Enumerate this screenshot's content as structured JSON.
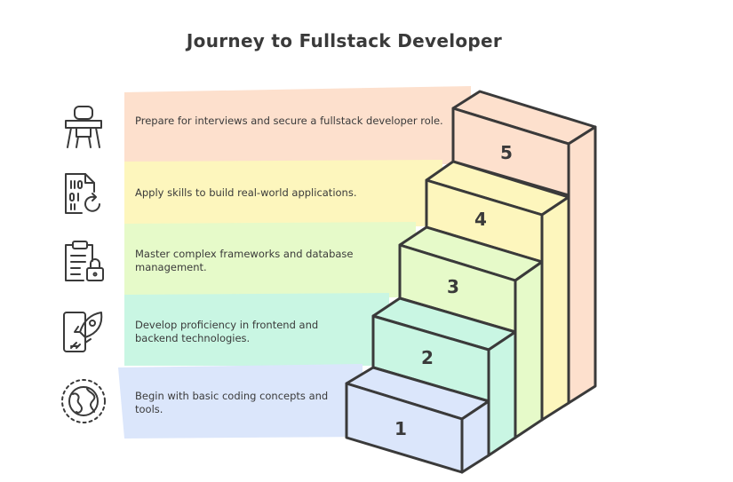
{
  "title": "Journey to Fullstack Developer",
  "steps": [
    {
      "number": "1",
      "text": "Begin with basic coding concepts and tools.",
      "color": "#dbe6fb",
      "icon": "globe-icon"
    },
    {
      "number": "2",
      "text": "Develop proficiency in frontend and backend technologies.",
      "color": "#c9f6e3",
      "icon": "mobile-rocket-icon"
    },
    {
      "number": "3",
      "text": "Master complex frameworks and database management.",
      "color": "#e6fac9",
      "icon": "clipboard-lock-icon"
    },
    {
      "number": "4",
      "text": "Apply skills to build real-world applications.",
      "color": "#fdf6bd",
      "icon": "binary-file-refresh-icon"
    },
    {
      "number": "5",
      "text": "Prepare for interviews and secure a fullstack developer role.",
      "color": "#fde0cd",
      "icon": "interview-chair-icon"
    }
  ],
  "colors": {
    "outline": "#3a3a3a",
    "text": "#3a3a3a"
  }
}
